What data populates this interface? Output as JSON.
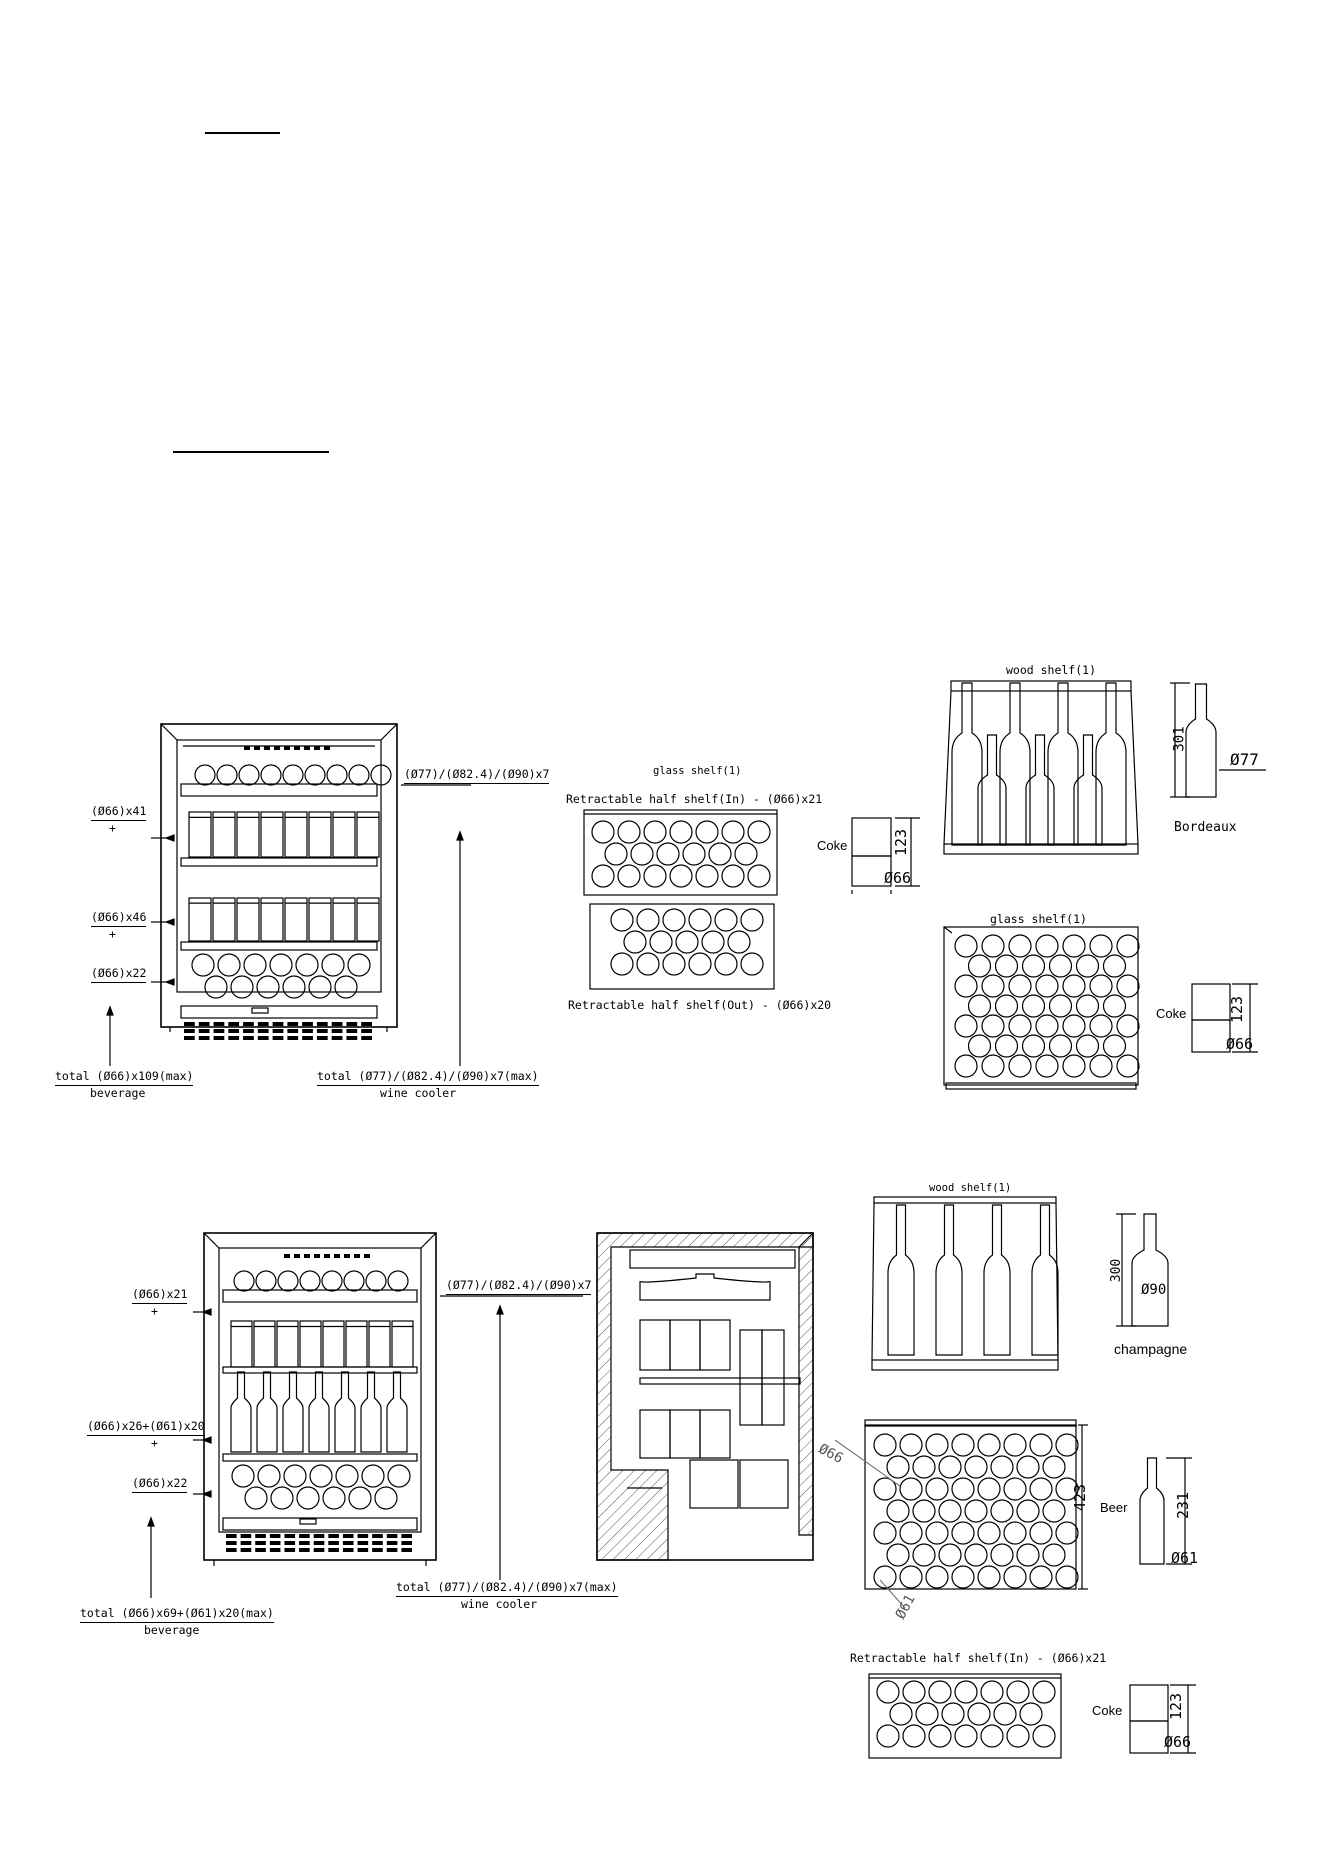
{
  "diagram_a": {
    "left_labels": [
      "(Ø66)x41",
      "+",
      "(Ø66)x46",
      "+",
      "(Ø66)x22"
    ],
    "right_label": "(Ø77)/(Ø82.4)/(Ø90)x7",
    "total_beverage": "total (Ø66)x109(max)",
    "beverage_caption": "beverage",
    "total_wine": "total (Ø77)/(Ø82.4)/(Ø90)x7(max)",
    "wine_caption": "wine cooler",
    "glass_shelf_caption": "glass shelf(1)",
    "half_in_caption": "Retractable half shelf(In) - (Ø66)x21",
    "half_out_caption": "Retractable half shelf(Out) - (Ø66)x20",
    "coke_label": "Coke",
    "coke_height": "123",
    "coke_diameter": "Ø66",
    "wood_shelf_caption": "wood shelf(1)",
    "bordeaux_label": "Bordeaux",
    "bordeaux_height": "301",
    "bordeaux_diameter": "Ø77",
    "glass_shelf2_caption": "glass shelf(1)",
    "coke2_label": "Coke",
    "coke2_height": "123",
    "coke2_diameter": "Ø66"
  },
  "diagram_b": {
    "left_labels": [
      "(Ø66)x21",
      "+",
      "(Ø66)x26+(Ø61)x20",
      "+",
      "(Ø66)x22"
    ],
    "right_label": "(Ø77)/(Ø82.4)/(Ø90)x7",
    "total_beverage": "total (Ø66)x69+(Ø61)x20(max)",
    "beverage_caption": "beverage",
    "total_wine": "total (Ø77)/(Ø82.4)/(Ø90)x7(max)",
    "wine_caption": "wine cooler",
    "wood_shelf_caption": "wood shelf(1)",
    "champagne_label": "champagne",
    "champagne_height": "300",
    "champagne_diameter": "Ø90",
    "shelf_dim_66": "Ø66",
    "shelf_dim_61": "Ø61",
    "shelf_height": "423",
    "beer_label": "Beer",
    "beer_height": "231",
    "beer_diameter": "Ø61",
    "half_in_caption": "Retractable half shelf(In) - (Ø66)x21",
    "coke_label": "Coke",
    "coke_height": "123",
    "coke_diameter": "Ø66"
  }
}
